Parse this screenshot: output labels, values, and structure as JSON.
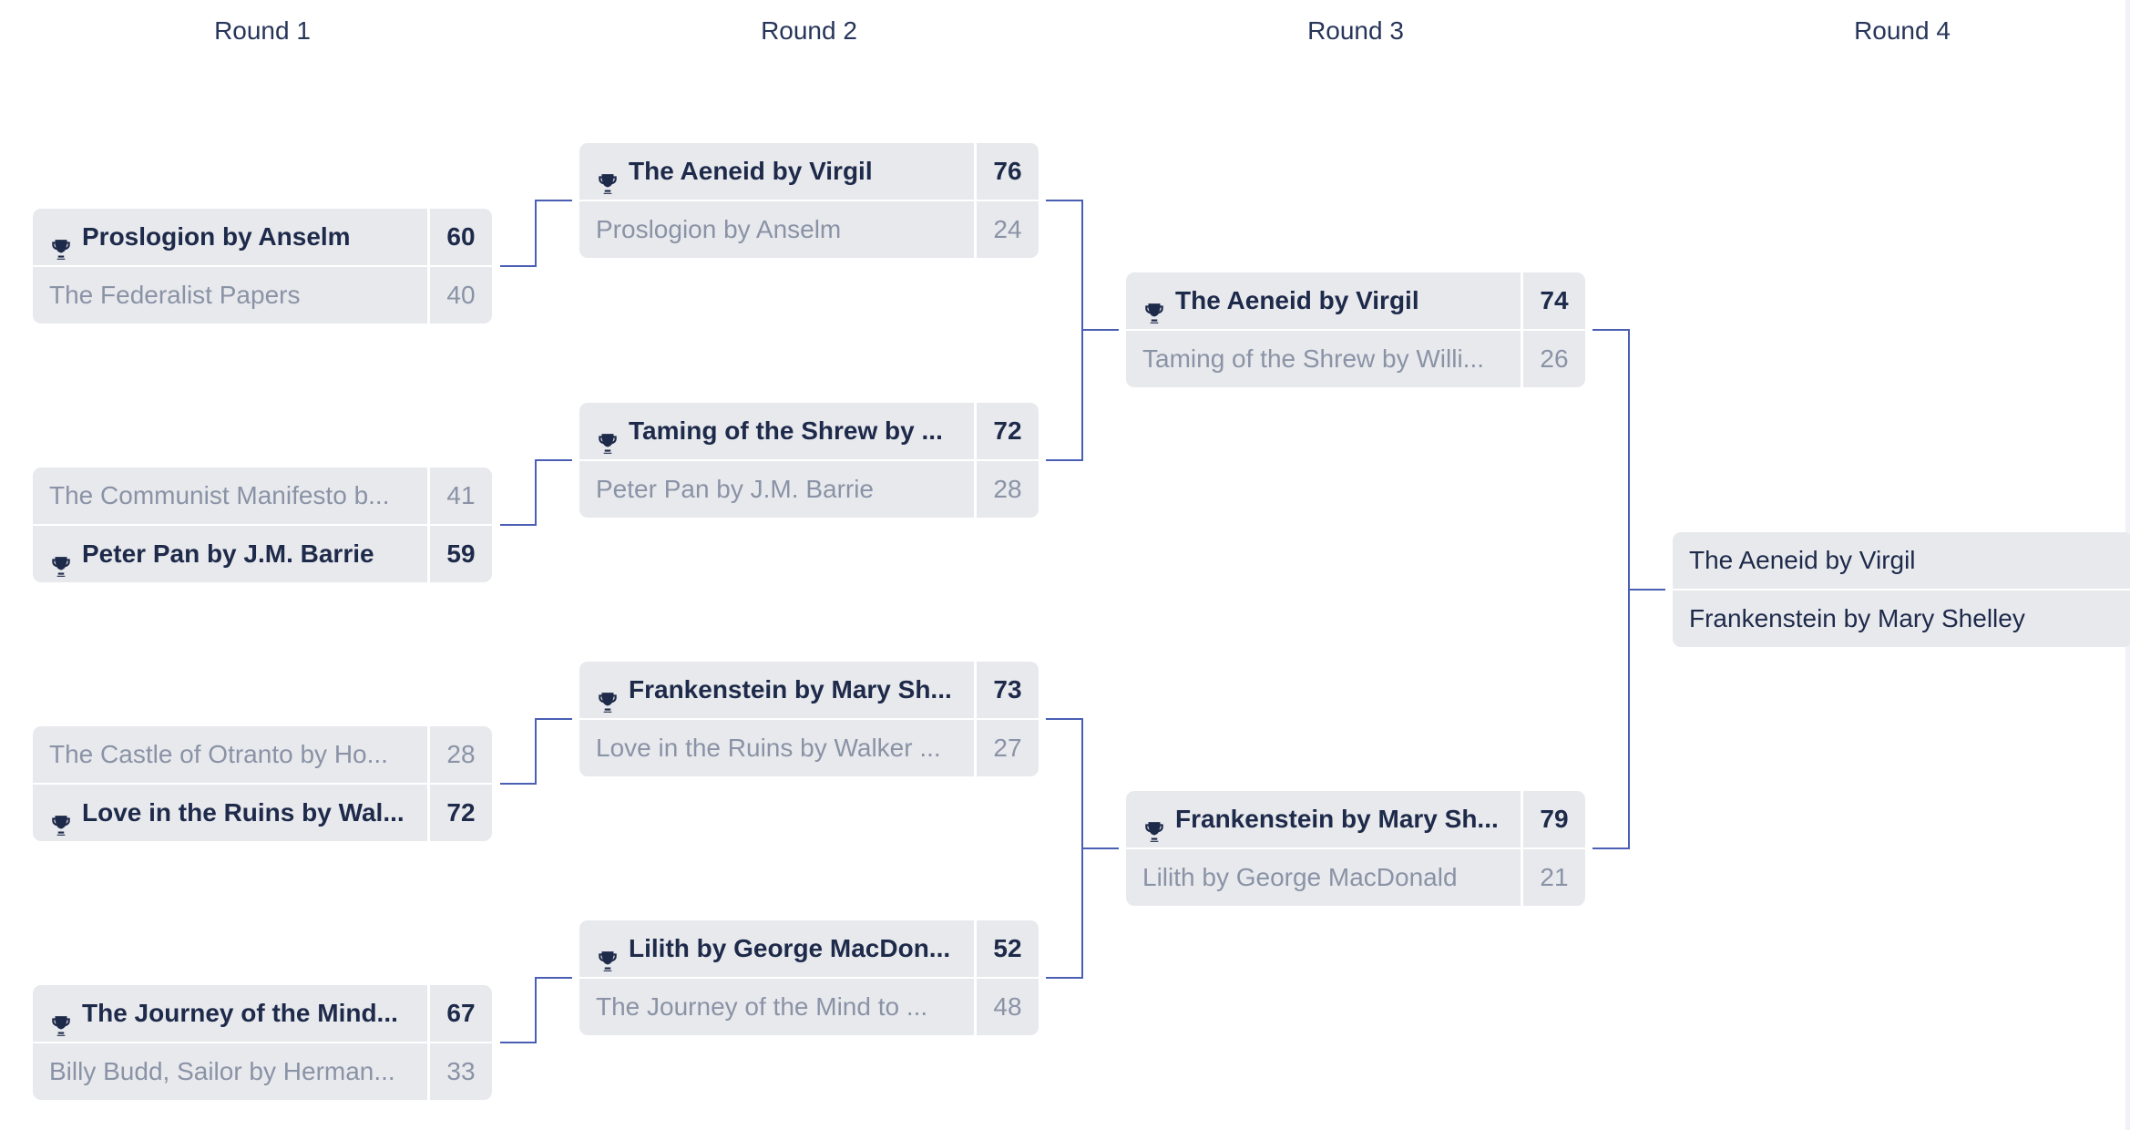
{
  "rounds": [
    "Round 1",
    "Round 2",
    "Round 3",
    "Round 4"
  ],
  "colors": {
    "winner_text": "#1e2a4a",
    "loser_text": "#8a93a6",
    "card_bg": "#e8e9ed",
    "connector": "#4a5fb4"
  },
  "icons": {
    "winner_marker": "trophy-icon"
  },
  "matches": {
    "r1m1": {
      "top": {
        "name": "Proslogion by Anselm",
        "score": "60",
        "winner": true
      },
      "bottom": {
        "name": "The Federalist Papers",
        "score": "40",
        "winner": false
      }
    },
    "r1m2": {
      "top": {
        "name": "The Communist Manifesto b...",
        "score": "41",
        "winner": false
      },
      "bottom": {
        "name": "Peter Pan by J.M. Barrie",
        "score": "59",
        "winner": true
      }
    },
    "r1m3": {
      "top": {
        "name": "The Castle of Otranto by Ho...",
        "score": "28",
        "winner": false
      },
      "bottom": {
        "name": "Love in the Ruins by Wal...",
        "score": "72",
        "winner": true
      }
    },
    "r1m4": {
      "top": {
        "name": "The Journey of the Mind...",
        "score": "67",
        "winner": true
      },
      "bottom": {
        "name": "Billy Budd, Sailor by Herman...",
        "score": "33",
        "winner": false
      }
    },
    "r2m1": {
      "top": {
        "name": "The Aeneid by Virgil",
        "score": "76",
        "winner": true
      },
      "bottom": {
        "name": "Proslogion by Anselm",
        "score": "24",
        "winner": false
      }
    },
    "r2m2": {
      "top": {
        "name": "Taming of the Shrew by ...",
        "score": "72",
        "winner": true
      },
      "bottom": {
        "name": "Peter Pan by J.M. Barrie",
        "score": "28",
        "winner": false
      }
    },
    "r2m3": {
      "top": {
        "name": "Frankenstein by Mary Sh...",
        "score": "73",
        "winner": true
      },
      "bottom": {
        "name": "Love in the Ruins by Walker ...",
        "score": "27",
        "winner": false
      }
    },
    "r2m4": {
      "top": {
        "name": "Lilith by George MacDon...",
        "score": "52",
        "winner": true
      },
      "bottom": {
        "name": "The Journey of the Mind to ...",
        "score": "48",
        "winner": false
      }
    },
    "r3m1": {
      "top": {
        "name": "The Aeneid by Virgil",
        "score": "74",
        "winner": true
      },
      "bottom": {
        "name": "Taming of the Shrew by Willi...",
        "score": "26",
        "winner": false
      }
    },
    "r3m2": {
      "top": {
        "name": "Frankenstein by Mary Sh...",
        "score": "79",
        "winner": true
      },
      "bottom": {
        "name": "Lilith by George MacDonald",
        "score": "21",
        "winner": false
      }
    },
    "final": {
      "top": {
        "name": "The Aeneid by Virgil"
      },
      "bottom": {
        "name": "Frankenstein by Mary Shelley"
      }
    }
  }
}
